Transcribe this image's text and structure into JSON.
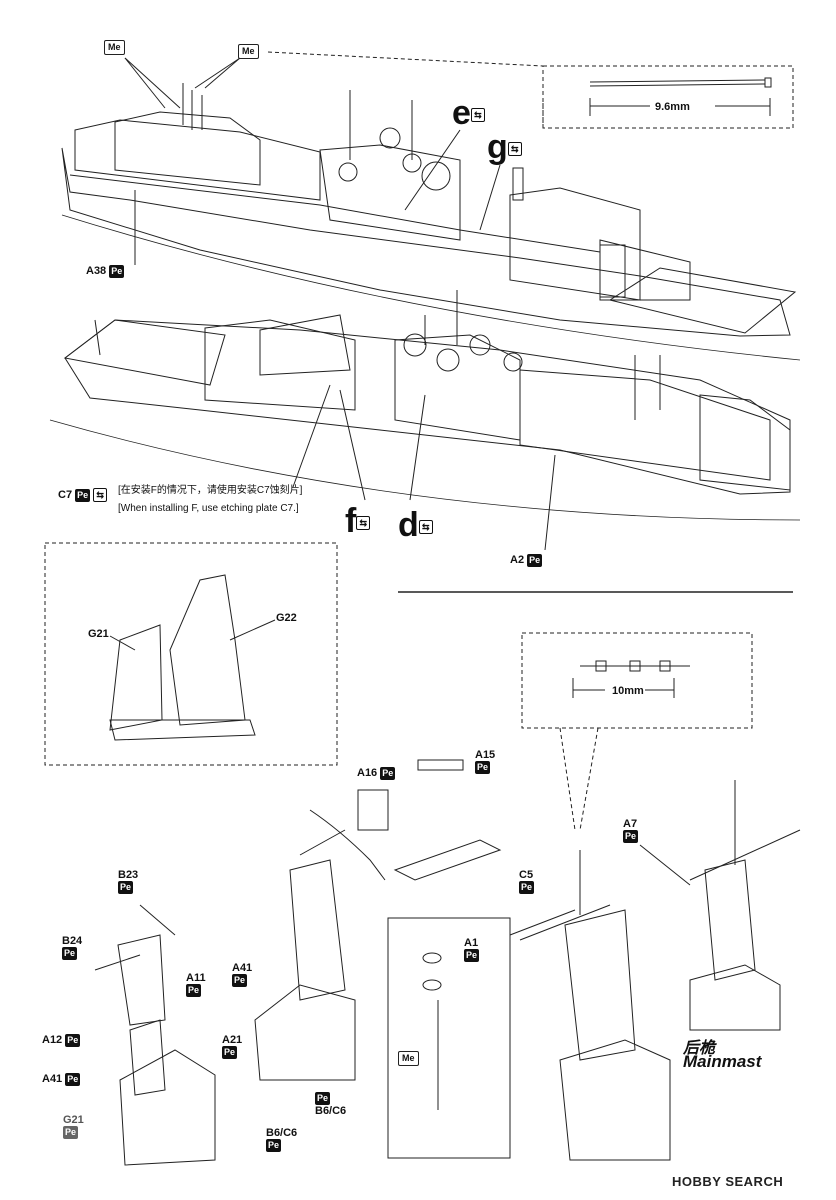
{
  "labels": {
    "me": "Me",
    "pe": "Pe",
    "swap_symbol": "⇆",
    "measure_top": "9.6mm",
    "measure_mid": "10mm",
    "callout_e": "e",
    "callout_g": "g",
    "callout_f": "f",
    "callout_d": "d",
    "A38": "A38",
    "C7": "C7",
    "A2": "A2",
    "G21": "G21",
    "G22": "G22",
    "A16": "A16",
    "A15": "A15",
    "C5": "C5",
    "B23": "B23",
    "B24": "B24",
    "A11": "A11",
    "A41": "A41",
    "A12": "A12",
    "A21": "A21",
    "B6C6": "B6/C6",
    "A1": "A1",
    "A7": "A7"
  },
  "note": {
    "cn": "[在安装F的情况下，请使用安装C7蚀刻片]",
    "en": "[When installing F, use etching plate C7.]"
  },
  "mainmast": {
    "cn": "后桅",
    "en": "Mainmast"
  },
  "watermark": "HOBBY SEARCH",
  "colors": {
    "ink": "#111111",
    "tag_bg": "#111111",
    "tag_grey": "#666666"
  }
}
